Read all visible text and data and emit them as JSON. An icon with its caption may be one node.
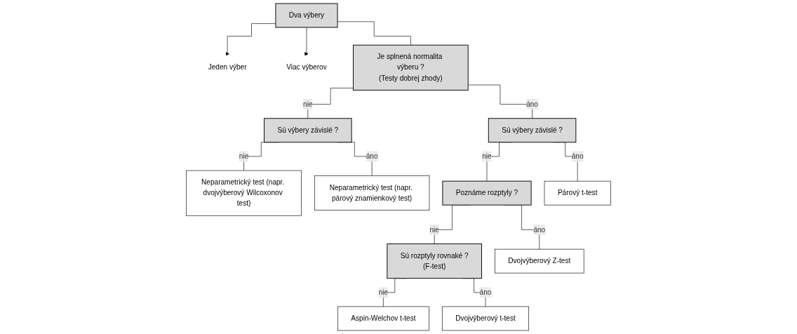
{
  "diagram": {
    "nodes": [
      {
        "text": [
          "Dva výbery"
        ]
      },
      {
        "text": [
          "Jeden výber"
        ]
      },
      {
        "text": [
          "Viac výberov"
        ]
      },
      {
        "text": [
          "Je splnená normalita výberu ?",
          "(Testy dobrej zhody)"
        ]
      },
      {
        "text": [
          "Sú výbery závislé ?"
        ]
      },
      {
        "text": [
          "Sú výbery závislé ?"
        ]
      },
      {
        "text": [
          "Neparametrický test (napr. dvojvýberový Wilcoxonov test)"
        ]
      },
      {
        "text": [
          "Neparametrický test (napr. párový znamienkový test)"
        ]
      },
      {
        "text": [
          "Poznáme rozptyly ?"
        ]
      },
      {
        "text": [
          "Párový t-test"
        ]
      },
      {
        "text": [
          "Sú rozptyly rovnaké ?",
          "(F-test)"
        ]
      },
      {
        "text": [
          "Dvojvýberový Z-test"
        ]
      },
      {
        "text": [
          "Aspin-Welchov t-test"
        ]
      },
      {
        "text": [
          "Dvojvýberový t-test"
        ]
      }
    ],
    "edges": [
      {
        "from": 0,
        "to": 1,
        "arrow": "to"
      },
      {
        "from": 0,
        "to": 2,
        "arrow": "to"
      },
      {
        "from": 0,
        "to": 3,
        "arrow": "none"
      },
      {
        "from": 3,
        "to": 4,
        "arrow": "none",
        "label": "nie"
      },
      {
        "from": 3,
        "to": 5,
        "arrow": "none",
        "label": "áno"
      },
      {
        "from": 4,
        "to": 6,
        "arrow": "none",
        "label": "nie"
      },
      {
        "from": 4,
        "to": 7,
        "arrow": "none",
        "label": "áno"
      },
      {
        "from": 5,
        "to": 8,
        "arrow": "none",
        "label": "nie"
      },
      {
        "from": 5,
        "to": 9,
        "arrow": "none",
        "label": "áno"
      },
      {
        "from": 8,
        "to": 10,
        "arrow": "none",
        "label": "nie"
      },
      {
        "from": 8,
        "to": 11,
        "arrow": "none",
        "label": "áno"
      },
      {
        "from": 10,
        "to": 12,
        "arrow": "none",
        "label": "nie"
      },
      {
        "from": 10,
        "to": 13,
        "arrow": "none",
        "label": "áno"
      }
    ]
  }
}
